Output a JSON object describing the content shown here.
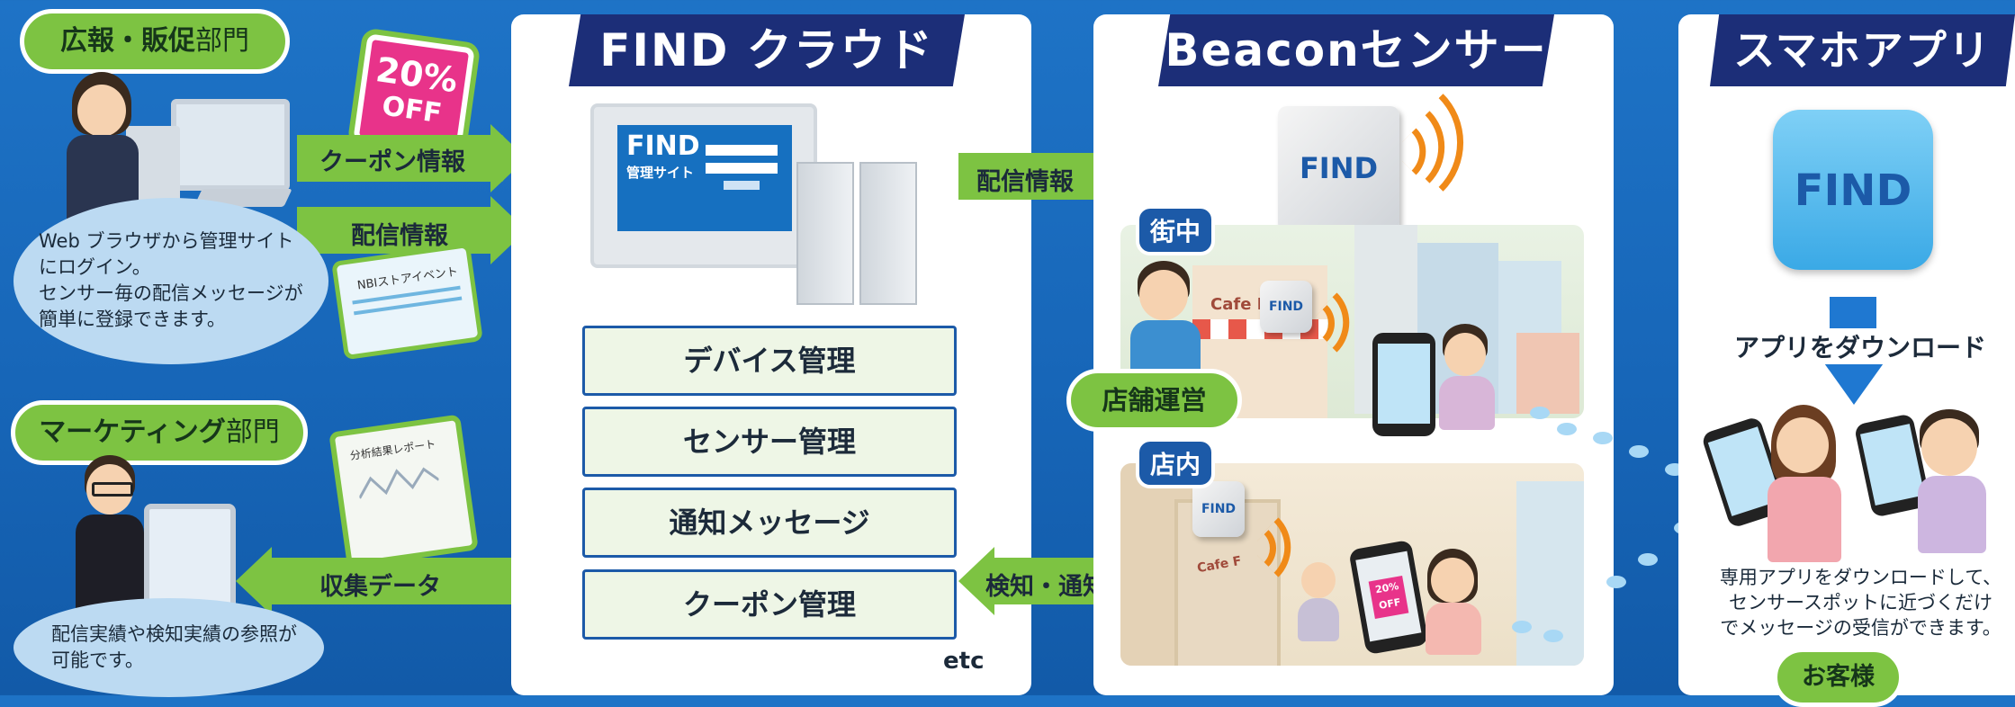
{
  "left": {
    "pr_dept": {
      "bold": "広報・販促",
      "normal": "部門"
    },
    "marketing_dept": {
      "bold": "マーケティング",
      "normal": "部門"
    },
    "coupon_badge": {
      "line1": "20%",
      "line2": "OFF"
    },
    "arrow_coupon": "クーポン情報",
    "arrow_delivery": "配信情報",
    "card_event": "NBIストアイベント",
    "report_doc": "分析結果レポート",
    "arrow_collect": "収集データ",
    "pr_note": [
      "Web ブラウザから管理サイト",
      "にログイン。",
      "センサー毎の配信メッセージが",
      "簡単に登録できます。"
    ],
    "marketing_note": [
      "配信実績や検知実績の参照が",
      "可能です。"
    ]
  },
  "cloud_panel": {
    "title": "FIND クラウド",
    "site_logo": "FIND",
    "site_label": "管理サイト",
    "items": [
      "デバイス管理",
      "センサー管理",
      "通知メッセージ",
      "クーポン管理"
    ],
    "etc": "etc"
  },
  "arrows_mid": {
    "to_beacon": "配信情報",
    "to_cloud": "検知・通知"
  },
  "beacon_panel": {
    "title": "Beaconセンサー",
    "device_logo": "FIND",
    "tag_street": "街中",
    "tag_store_ops": "店舗運営",
    "tag_indoor": "店内",
    "cafe_sign": "Cafe F",
    "phone_badge": {
      "line1": "20%",
      "line2": "OFF"
    }
  },
  "app_panel": {
    "title": "スマホアプリ",
    "app_logo": "FIND",
    "download_label": "アプリをダウンロード",
    "note": [
      "専用アプリをダウンロードして、",
      "センサースポットに近づくだけ",
      "でメッセージの受信ができます。"
    ],
    "customer_tag": "お客様"
  },
  "colors": {
    "background": "#1766b8",
    "accent_green": "#7dc342",
    "title_navy": "#1c2e78",
    "signal_orange": "#f08a18"
  }
}
